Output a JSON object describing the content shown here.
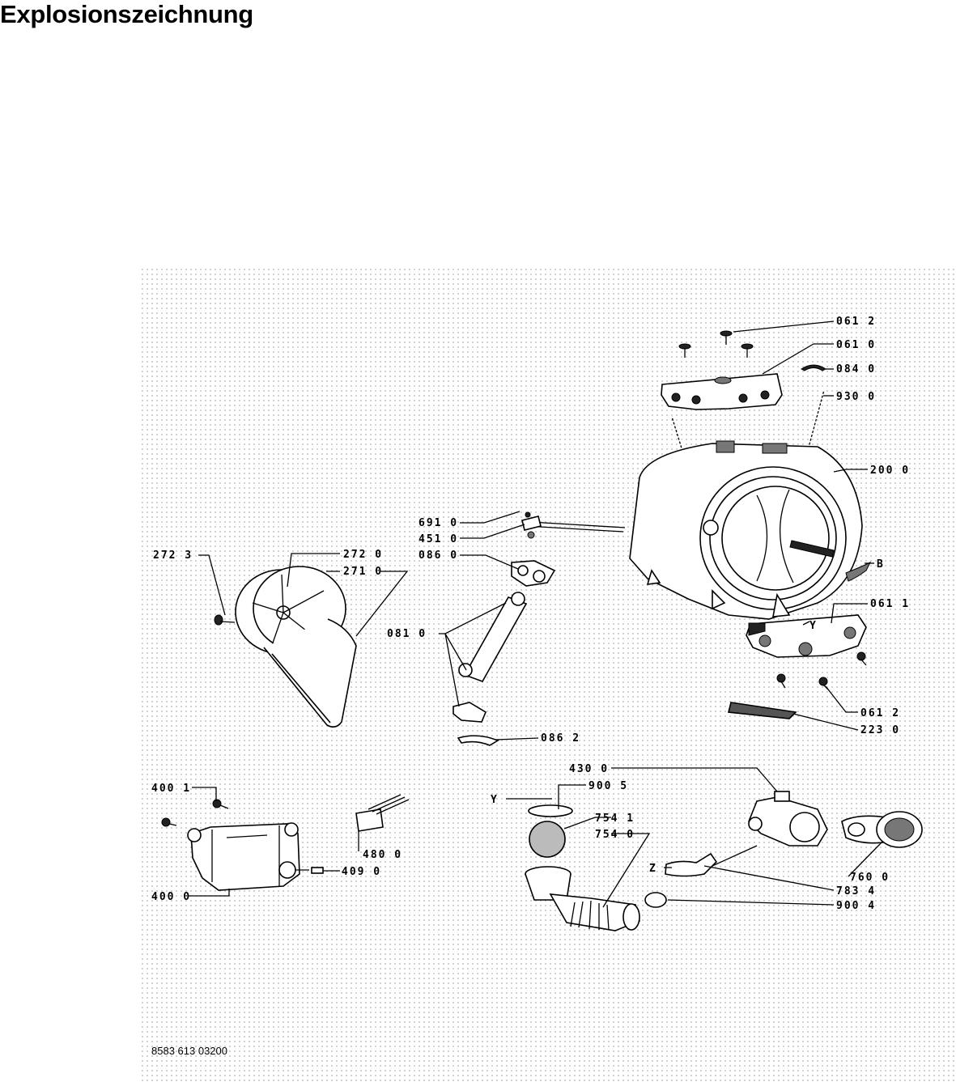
{
  "title": "Explosionszeichnung",
  "document_number": "8583 613 03200",
  "callouts": [
    {
      "id": "c-061-2-top",
      "text": "061 2"
    },
    {
      "id": "c-061-0",
      "text": "061 0"
    },
    {
      "id": "c-084-0",
      "text": "084 0"
    },
    {
      "id": "c-930-0",
      "text": "930 0"
    },
    {
      "id": "c-200-0",
      "text": "200 0"
    },
    {
      "id": "c-691-0",
      "text": "691 0"
    },
    {
      "id": "c-451-0",
      "text": "451 0"
    },
    {
      "id": "c-272-3",
      "text": "272 3"
    },
    {
      "id": "c-272-0",
      "text": "272 0"
    },
    {
      "id": "c-271-0",
      "text": "271 0"
    },
    {
      "id": "c-086-0",
      "text": "086 0"
    },
    {
      "id": "c-B",
      "text": "B"
    },
    {
      "id": "c-061-1",
      "text": "061 1"
    },
    {
      "id": "c-Y-tub",
      "text": "Y"
    },
    {
      "id": "c-081-0",
      "text": "081 0"
    },
    {
      "id": "c-061-2-bottom",
      "text": "061 2"
    },
    {
      "id": "c-223-0",
      "text": "223 0"
    },
    {
      "id": "c-086-2",
      "text": "086 2"
    },
    {
      "id": "c-430-0",
      "text": "430 0"
    },
    {
      "id": "c-400-1",
      "text": "400 1"
    },
    {
      "id": "c-900-5",
      "text": "900 5"
    },
    {
      "id": "c-Y-seal",
      "text": "Y"
    },
    {
      "id": "c-754-1",
      "text": "754 1"
    },
    {
      "id": "c-754-0",
      "text": "754 0"
    },
    {
      "id": "c-480-0",
      "text": "480 0"
    },
    {
      "id": "c-409-0",
      "text": "409 0"
    },
    {
      "id": "c-Z",
      "text": "Z"
    },
    {
      "id": "c-760-0",
      "text": "760 0"
    },
    {
      "id": "c-783-4",
      "text": "783 4"
    },
    {
      "id": "c-400-0",
      "text": "400 0"
    },
    {
      "id": "c-900-4",
      "text": "900 4"
    }
  ]
}
